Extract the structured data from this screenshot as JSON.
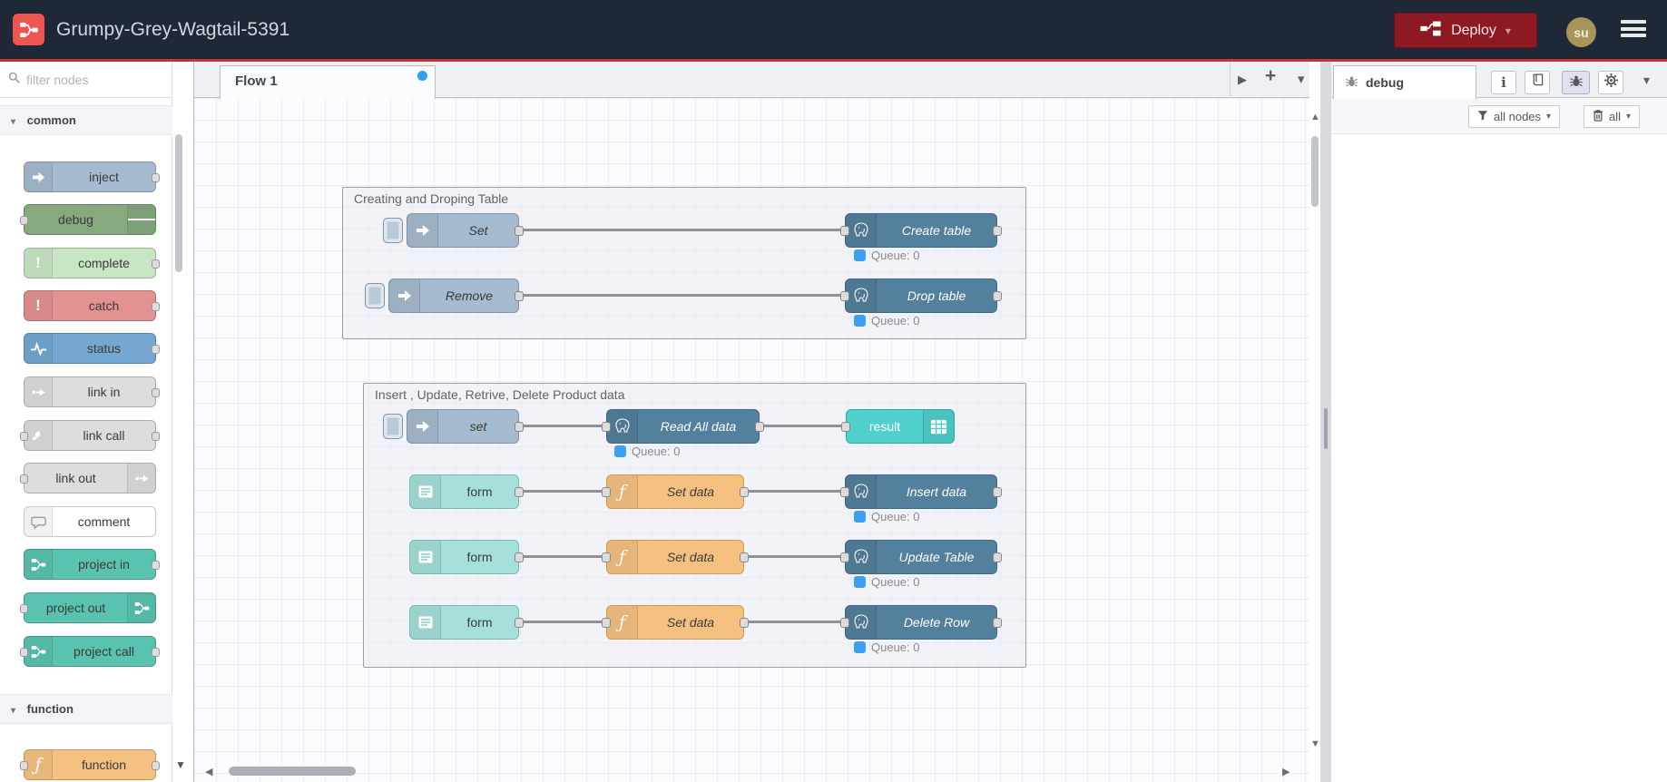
{
  "header": {
    "title": "Grumpy-Grey-Wagtail-5391",
    "deploy_label": "Deploy",
    "avatar_text": "su"
  },
  "palette": {
    "filter_placeholder": "filter nodes",
    "categories": [
      {
        "label": "common",
        "items": [
          {
            "label": "inject"
          },
          {
            "label": "debug"
          },
          {
            "label": "complete"
          },
          {
            "label": "catch"
          },
          {
            "label": "status"
          },
          {
            "label": "link in"
          },
          {
            "label": "link call"
          },
          {
            "label": "link out"
          },
          {
            "label": "comment"
          },
          {
            "label": "project in"
          },
          {
            "label": "project out"
          },
          {
            "label": "project call"
          }
        ]
      },
      {
        "label": "function",
        "items": [
          {
            "label": "function"
          }
        ]
      }
    ]
  },
  "workspace": {
    "tab": "Flow 1"
  },
  "flow": {
    "group1": {
      "title": "Creating and Droping Table"
    },
    "group2": {
      "title": "Insert , Update, Retrive, Delete Product data"
    },
    "nodes": {
      "set": "Set",
      "create_table": "Create table",
      "remove": "Remove",
      "drop_table": "Drop table",
      "set2": "set",
      "read_all": "Read All data",
      "result": "result",
      "form": "form",
      "set_data": "Set data",
      "insert_data": "Insert data",
      "update_table": "Update Table",
      "delete_row": "Delete Row"
    },
    "status": {
      "queue": "Queue: 0"
    }
  },
  "sidebar": {
    "tab": "debug",
    "filter_button": "all nodes",
    "clear_button": "all"
  },
  "glyphs": {
    "caret_down": "▾",
    "play": "▶",
    "plus": "+",
    "scroll_up": "▲",
    "scroll_down": "▼",
    "scroll_left": "◀",
    "scroll_right": "▶",
    "info": "i",
    "fn": "ƒ",
    "excl": "!",
    "chevron": "▾"
  },
  "colors": {
    "header_bg": "#1e2836",
    "header_accent": "#c53434",
    "logo": "#ee5550",
    "deploy_bg": "#8d1a23",
    "avatar_bg": "#a6965a",
    "inject": "#a6bbcf",
    "debug": "#87a980",
    "complete": "#c9e6c4",
    "catch": "#e49191",
    "status": "#74a8d0",
    "link": "#dddddd",
    "comment": "#ffffff",
    "project": "#5ac2b0",
    "function": "#f5c181",
    "postgres": "#53809c",
    "form": "#a5e0da",
    "result": "#4fd0cd",
    "queue_dot": "#3f9ff2",
    "flow_dot": "#2f9ff0"
  }
}
